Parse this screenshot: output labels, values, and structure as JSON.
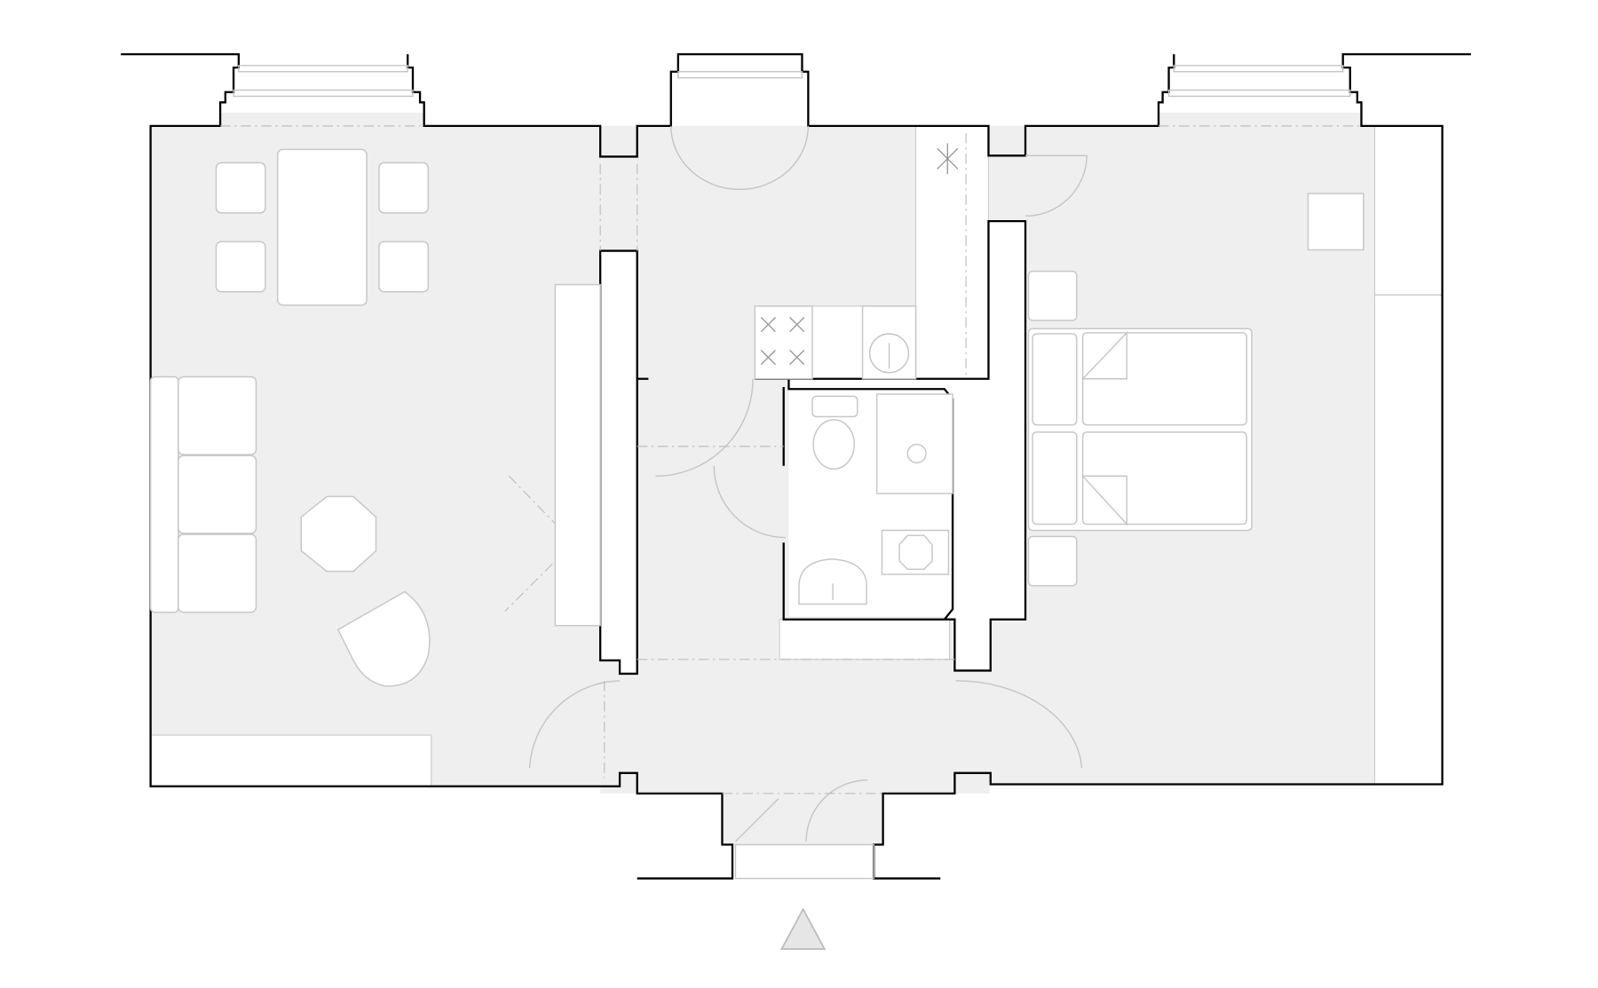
{
  "plan": {
    "colors": {
      "wall": "#000000",
      "floor": "#efefef",
      "furniture_stroke": "#c8c8c8",
      "background": "#ffffff",
      "north_marker": "#e6e6e6"
    },
    "rooms": [
      "living-dining-room",
      "hallway",
      "kitchen",
      "bathroom",
      "bedroom",
      "entrance"
    ],
    "icons": [
      "north-arrow-icon"
    ]
  }
}
